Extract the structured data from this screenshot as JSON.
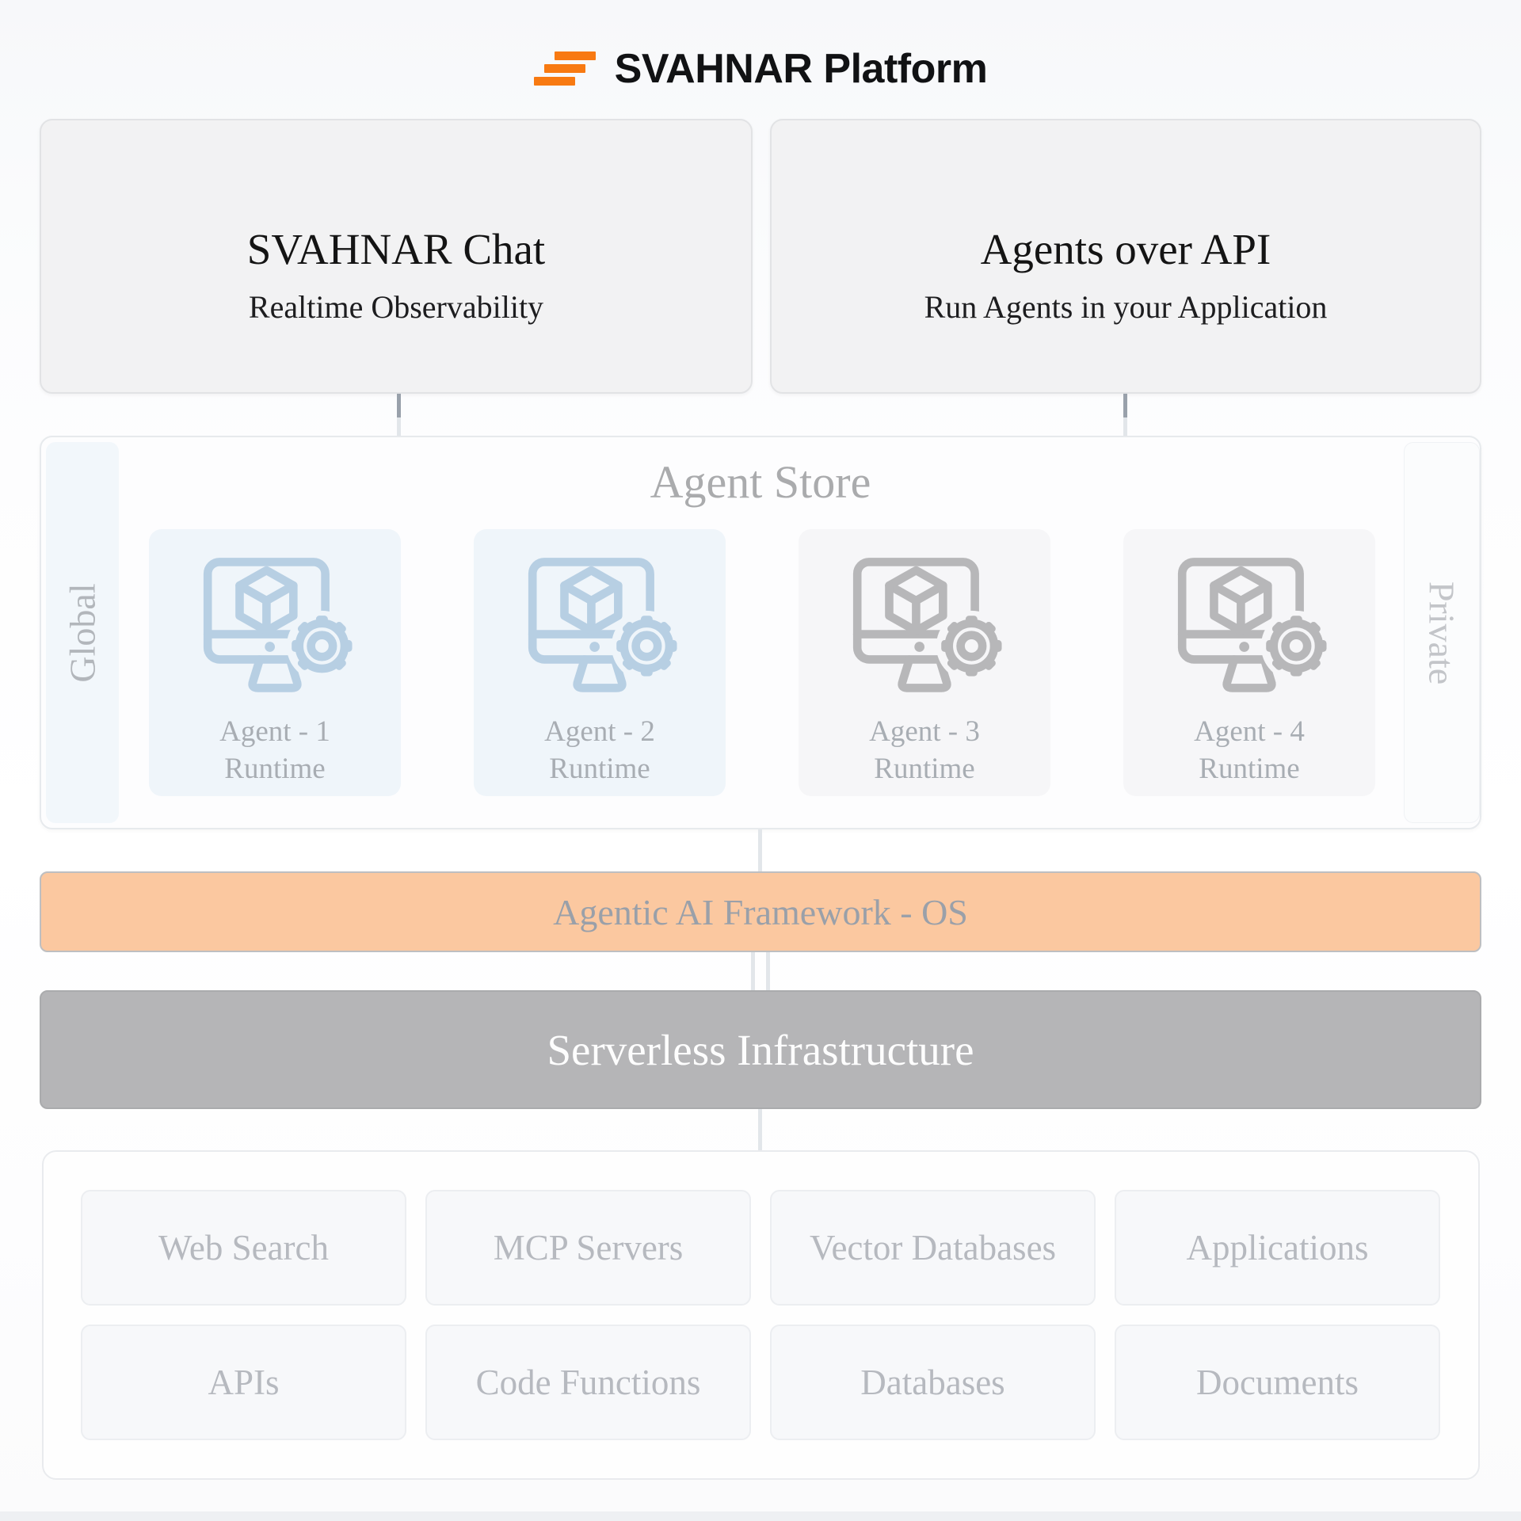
{
  "header": {
    "title": "SVAHNAR Platform"
  },
  "top_boxes": [
    {
      "title": "SVAHNAR Chat",
      "subtitle": "Realtime Observability"
    },
    {
      "title": "Agents over API",
      "subtitle": "Run Agents in your Application"
    }
  ],
  "agent_store": {
    "title": "Agent Store",
    "global_label": "Global",
    "private_label": "Private",
    "agents": [
      {
        "line1": "Agent - 1",
        "line2": "Runtime",
        "variant": "blue"
      },
      {
        "line1": "Agent - 2",
        "line2": "Runtime",
        "variant": "blue"
      },
      {
        "line1": "Agent - 3",
        "line2": "Runtime",
        "variant": "gray"
      },
      {
        "line1": "Agent - 4",
        "line2": "Runtime",
        "variant": "gray"
      }
    ]
  },
  "framework_bar": {
    "label": "Agentic AI Framework - OS"
  },
  "infrastructure_bar": {
    "label": "Serverless Infrastructure"
  },
  "resources": {
    "row1": [
      "Web Search",
      "MCP Servers",
      "Vector Databases",
      "Applications"
    ],
    "row2": [
      "APIs",
      "Code Functions",
      "Databases",
      "Documents"
    ]
  },
  "colors": {
    "logo_orange": "#f87a12",
    "framework_bar_bg": "#fbc8a0",
    "infra_bar_bg": "#b5b5b7",
    "agent_card_blue_bg": "#eff5fa",
    "agent_card_blue_icon": "#b7cfe3",
    "agent_card_gray_bg": "#f6f6f8",
    "agent_card_gray_icon": "#b7b7b9",
    "global_strip_bg": "#f2f7fb",
    "muted_text": "#aaabad"
  }
}
